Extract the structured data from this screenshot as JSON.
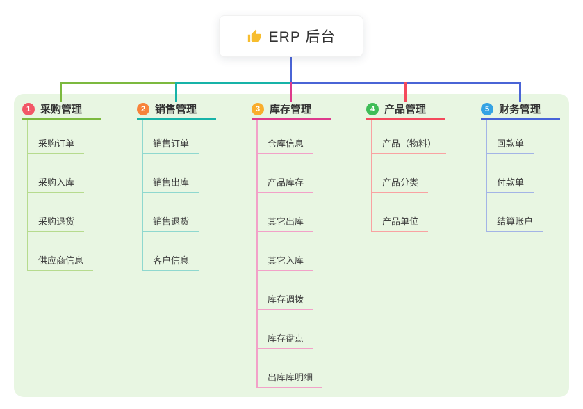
{
  "root": {
    "label": "ERP 后台",
    "icon": "thumbs-up-icon",
    "icon_color": "#f7bd2e",
    "connector_color": "#4a64d6"
  },
  "panel_bg": "#e8f6e2",
  "branches": [
    {
      "num": "1",
      "label": "采购管理",
      "badge_color": "#f25767",
      "line_color": "#7cb93f",
      "child_line_color": "#b6db8e",
      "children": [
        "采购订单",
        "采购入库",
        "采购退货",
        "供应商信息"
      ]
    },
    {
      "num": "2",
      "label": "销售管理",
      "badge_color": "#f8833b",
      "line_color": "#17b3a8",
      "child_line_color": "#8fd8cf",
      "children": [
        "销售订单",
        "销售出库",
        "销售退货",
        "客户信息"
      ]
    },
    {
      "num": "3",
      "label": "库存管理",
      "badge_color": "#f9ad2d",
      "line_color": "#dd3a8c",
      "child_line_color": "#f2a1c8",
      "children": [
        "仓库信息",
        "产品库存",
        "其它出库",
        "其它入库",
        "库存调拨",
        "库存盘点",
        "出库库明细"
      ]
    },
    {
      "num": "4",
      "label": "产品管理",
      "badge_color": "#3fbd57",
      "line_color": "#f4495c",
      "child_line_color": "#f9a2a2",
      "children": [
        "产品（物料）",
        "产品分类",
        "产品单位"
      ]
    },
    {
      "num": "5",
      "label": "财务管理",
      "badge_color": "#35a3e4",
      "line_color": "#4763d8",
      "child_line_color": "#a3b4e6",
      "children": [
        "回款单",
        "付款单",
        "结算账户"
      ]
    }
  ]
}
